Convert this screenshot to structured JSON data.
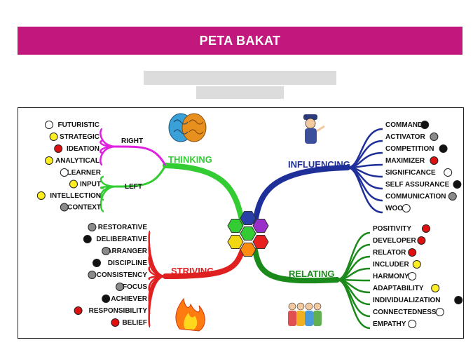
{
  "banner": {
    "title": "PETA BAKAT",
    "color": "#c2187e"
  },
  "domains": {
    "thinking": {
      "label": "THINKING",
      "color": "#33cc33"
    },
    "influencing": {
      "label": "INFLUENCING",
      "color": "#1f2f9a"
    },
    "striving": {
      "label": "STRIVING",
      "color": "#e02020"
    },
    "relating": {
      "label": "RELATING",
      "color": "#1a8a1a"
    }
  },
  "thinking_groups": {
    "right": {
      "label": "RIGHT",
      "color": "#e020e0"
    },
    "left": {
      "label": "LEFT",
      "color": "#33cc33"
    }
  },
  "dot_colors": {
    "white": "#ffffff",
    "yellow": "#ffee22",
    "red": "#e01010",
    "grey": "#8a8a8a",
    "black": "#111111"
  },
  "thinking_right": [
    {
      "label": "FUTURISTIC",
      "dot": "white"
    },
    {
      "label": "STRATEGIC",
      "dot": "yellow"
    },
    {
      "label": "IDEATION",
      "dot": "red"
    },
    {
      "label": "ANALYTICAL",
      "dot": "yellow"
    }
  ],
  "thinking_left": [
    {
      "label": "LEARNER",
      "dot": "white"
    },
    {
      "label": "INPUT",
      "dot": "yellow"
    },
    {
      "label": "INTELLECTION",
      "dot": "yellow"
    },
    {
      "label": "CONTEXT",
      "dot": "grey"
    }
  ],
  "influencing": [
    {
      "label": "COMMAND",
      "dot": "black"
    },
    {
      "label": "ACTIVATOR",
      "dot": "grey"
    },
    {
      "label": "COMPETITION",
      "dot": "black"
    },
    {
      "label": "MAXIMIZER",
      "dot": "red"
    },
    {
      "label": "SIGNIFICANCE",
      "dot": "white"
    },
    {
      "label": "SELF ASSURANCE",
      "dot": "black"
    },
    {
      "label": "COMMUNICATION",
      "dot": "grey"
    },
    {
      "label": "WOO",
      "dot": "white"
    }
  ],
  "striving": [
    {
      "label": "RESTORATIVE",
      "dot": "grey"
    },
    {
      "label": "DELIBERATIVE",
      "dot": "black"
    },
    {
      "label": "ARRANGER",
      "dot": "grey"
    },
    {
      "label": "DISCIPLINE",
      "dot": "black"
    },
    {
      "label": "CONSISTENCY",
      "dot": "grey"
    },
    {
      "label": "FOCUS",
      "dot": "grey"
    },
    {
      "label": "ACHIEVER",
      "dot": "black"
    },
    {
      "label": "RESPONSIBILITY",
      "dot": "red"
    },
    {
      "label": "BELIEF",
      "dot": "red"
    }
  ],
  "relating": [
    {
      "label": "POSITIVITY",
      "dot": "red"
    },
    {
      "label": "DEVELOPER",
      "dot": "red"
    },
    {
      "label": "RELATOR",
      "dot": "red"
    },
    {
      "label": "INCLUDER",
      "dot": "yellow"
    },
    {
      "label": "HARMONY",
      "dot": "white"
    },
    {
      "label": "ADAPTABILITY",
      "dot": "yellow"
    },
    {
      "label": "INDIVIDUALIZATION",
      "dot": "black"
    },
    {
      "label": "CONNECTEDNESS",
      "dot": "white"
    },
    {
      "label": "EMPATHY",
      "dot": "white"
    }
  ],
  "hexagon_colors": [
    "#33cc33",
    "#2a3fa8",
    "#9b30c8",
    "#e82020",
    "#ff8c10",
    "#f2d810",
    "#33cc33"
  ]
}
